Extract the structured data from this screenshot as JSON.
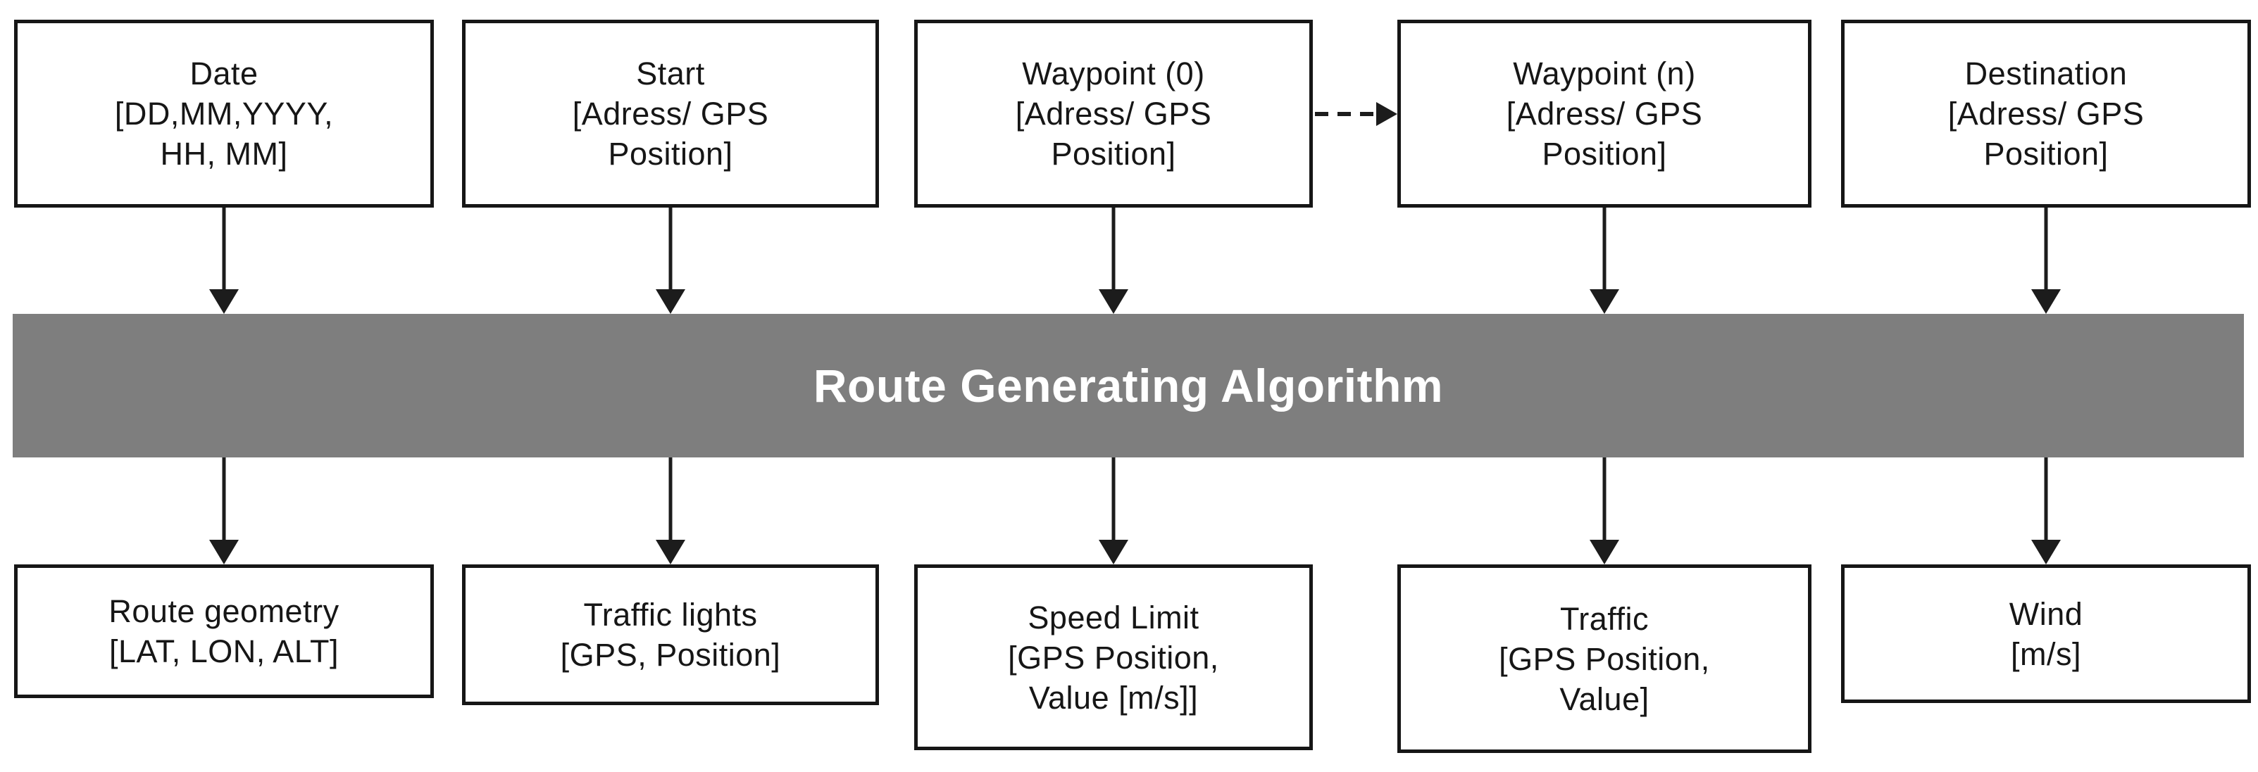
{
  "diagram": {
    "algorithm_bar": {
      "label": "Route Generating Algorithm",
      "bg_color": "#7e7e7e",
      "text_color": "#ffffff"
    },
    "inputs": [
      {
        "id": "date",
        "text": "Date\n[DD,MM,YYYY,\nHH, MM]"
      },
      {
        "id": "start",
        "text": "Start\n[Adress/ GPS\nPosition]"
      },
      {
        "id": "waypoint-0",
        "text": "Waypoint (0)\n[Adress/ GPS\nPosition]"
      },
      {
        "id": "waypoint-n",
        "text": "Waypoint (n)\n[Adress/ GPS\nPosition]"
      },
      {
        "id": "destination",
        "text": "Destination\n[Adress/ GPS\nPosition]"
      }
    ],
    "outputs": [
      {
        "id": "route-geometry",
        "text": "Route geometry\n[LAT, LON, ALT]"
      },
      {
        "id": "traffic-lights",
        "text": "Traffic lights\n[GPS, Position]"
      },
      {
        "id": "speed-limit",
        "text": "Speed Limit\n[GPS Position,\nValue [m/s]]"
      },
      {
        "id": "traffic",
        "text": "Traffic\n[GPS Position,\nValue]"
      },
      {
        "id": "wind",
        "text": "Wind\n[m/s]"
      }
    ],
    "colors": {
      "box_border": "#161616",
      "box_fill": "#ffffff",
      "arrow": "#1c1c1c"
    }
  }
}
